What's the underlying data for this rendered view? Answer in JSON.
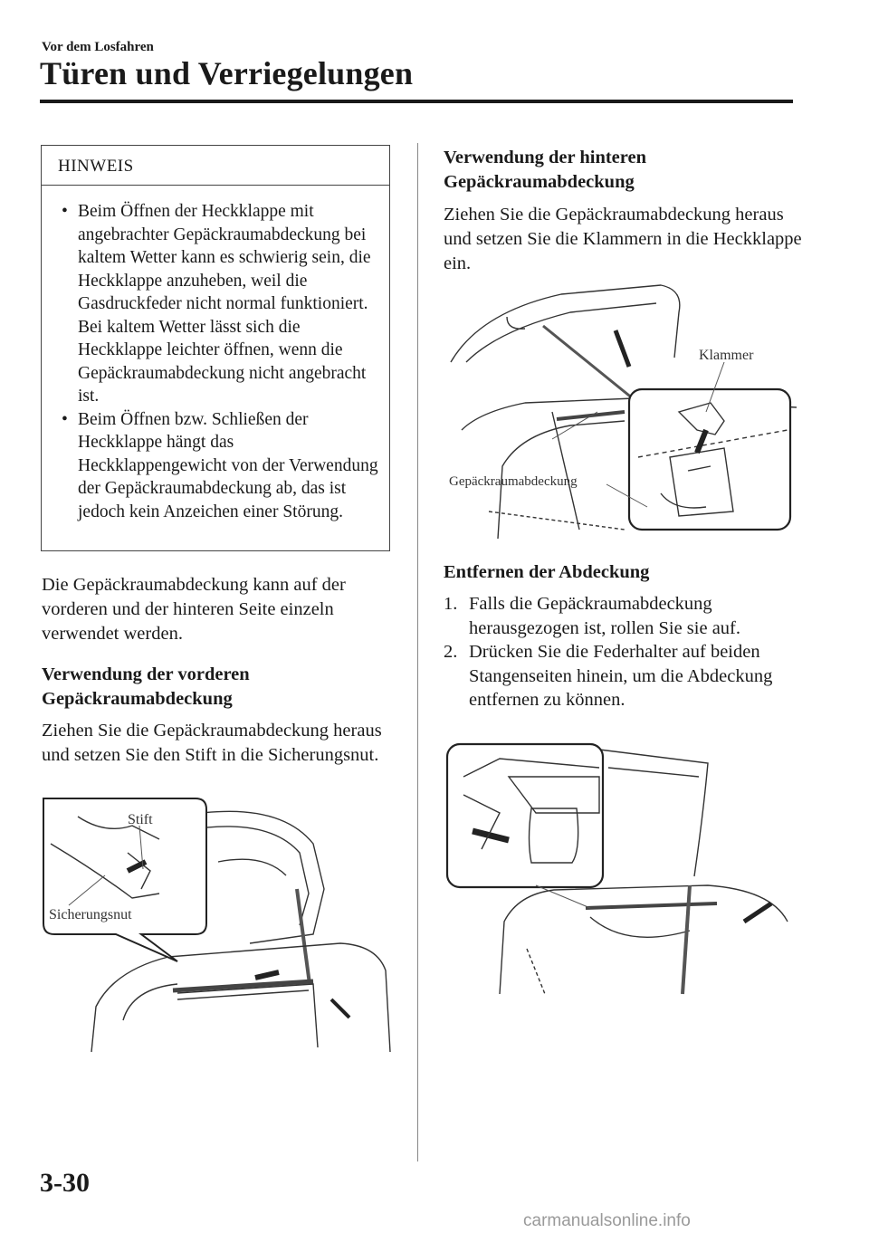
{
  "header": {
    "section_label": "Vor dem Losfahren",
    "title": "Türen und Verriegelungen"
  },
  "note": {
    "title": "HINWEIS",
    "bullet": "•",
    "items": [
      "Beim Öffnen der Heckklappe mit angebrachter Gepäckraumabdeckung bei kaltem Wetter kann es schwierig sein, die Heckklappe anzuheben, weil die Gasdruckfeder nicht normal funktioniert. Bei kaltem Wetter lässt sich die Heckklappe leichter öffnen, wenn die Gepäckraumabdeckung nicht angebracht ist.",
      "Beim Öffnen bzw. Schließen der Heckklappe hängt das Heckklappengewicht von der Verwendung der Gepäckraumabdeckung ab, das ist jedoch kein Anzeichen einer Störung."
    ]
  },
  "left_column": {
    "intro": "Die Gepäckraumabdeckung kann auf der vorderen und der hinteren Seite einzeln verwendet werden.",
    "front_heading": "Verwendung der vorderen Gepäckraumabdeckung",
    "front_text": "Ziehen Sie die Gepäckraumabdeckung heraus und setzen Sie den Stift in die Sicherungsnut.",
    "figure_labels": {
      "pin": "Stift",
      "groove": "Sicherungsnut"
    }
  },
  "right_column": {
    "rear_heading": "Verwendung der hinteren Gepäckraumabdeckung",
    "rear_text": "Ziehen Sie die Gepäckraumabdeckung heraus und setzen Sie die Klammern in die Heckklappe ein.",
    "figure_labels": {
      "clip": "Klammer",
      "cover": "Gepäckraumabdeckung"
    },
    "remove_heading": "Entfernen der Abdeckung",
    "steps": [
      {
        "num": "1.",
        "text": "Falls die Gepäckraumabdeckung herausgezogen ist, rollen Sie sie auf."
      },
      {
        "num": "2.",
        "text": "Drücken Sie die Federhalter auf beiden Stangenseiten hinein, um die Abdeckung entfernen zu können."
      }
    ]
  },
  "footer": {
    "page_number": "3-30",
    "watermark": "carmanualsonline.info"
  }
}
